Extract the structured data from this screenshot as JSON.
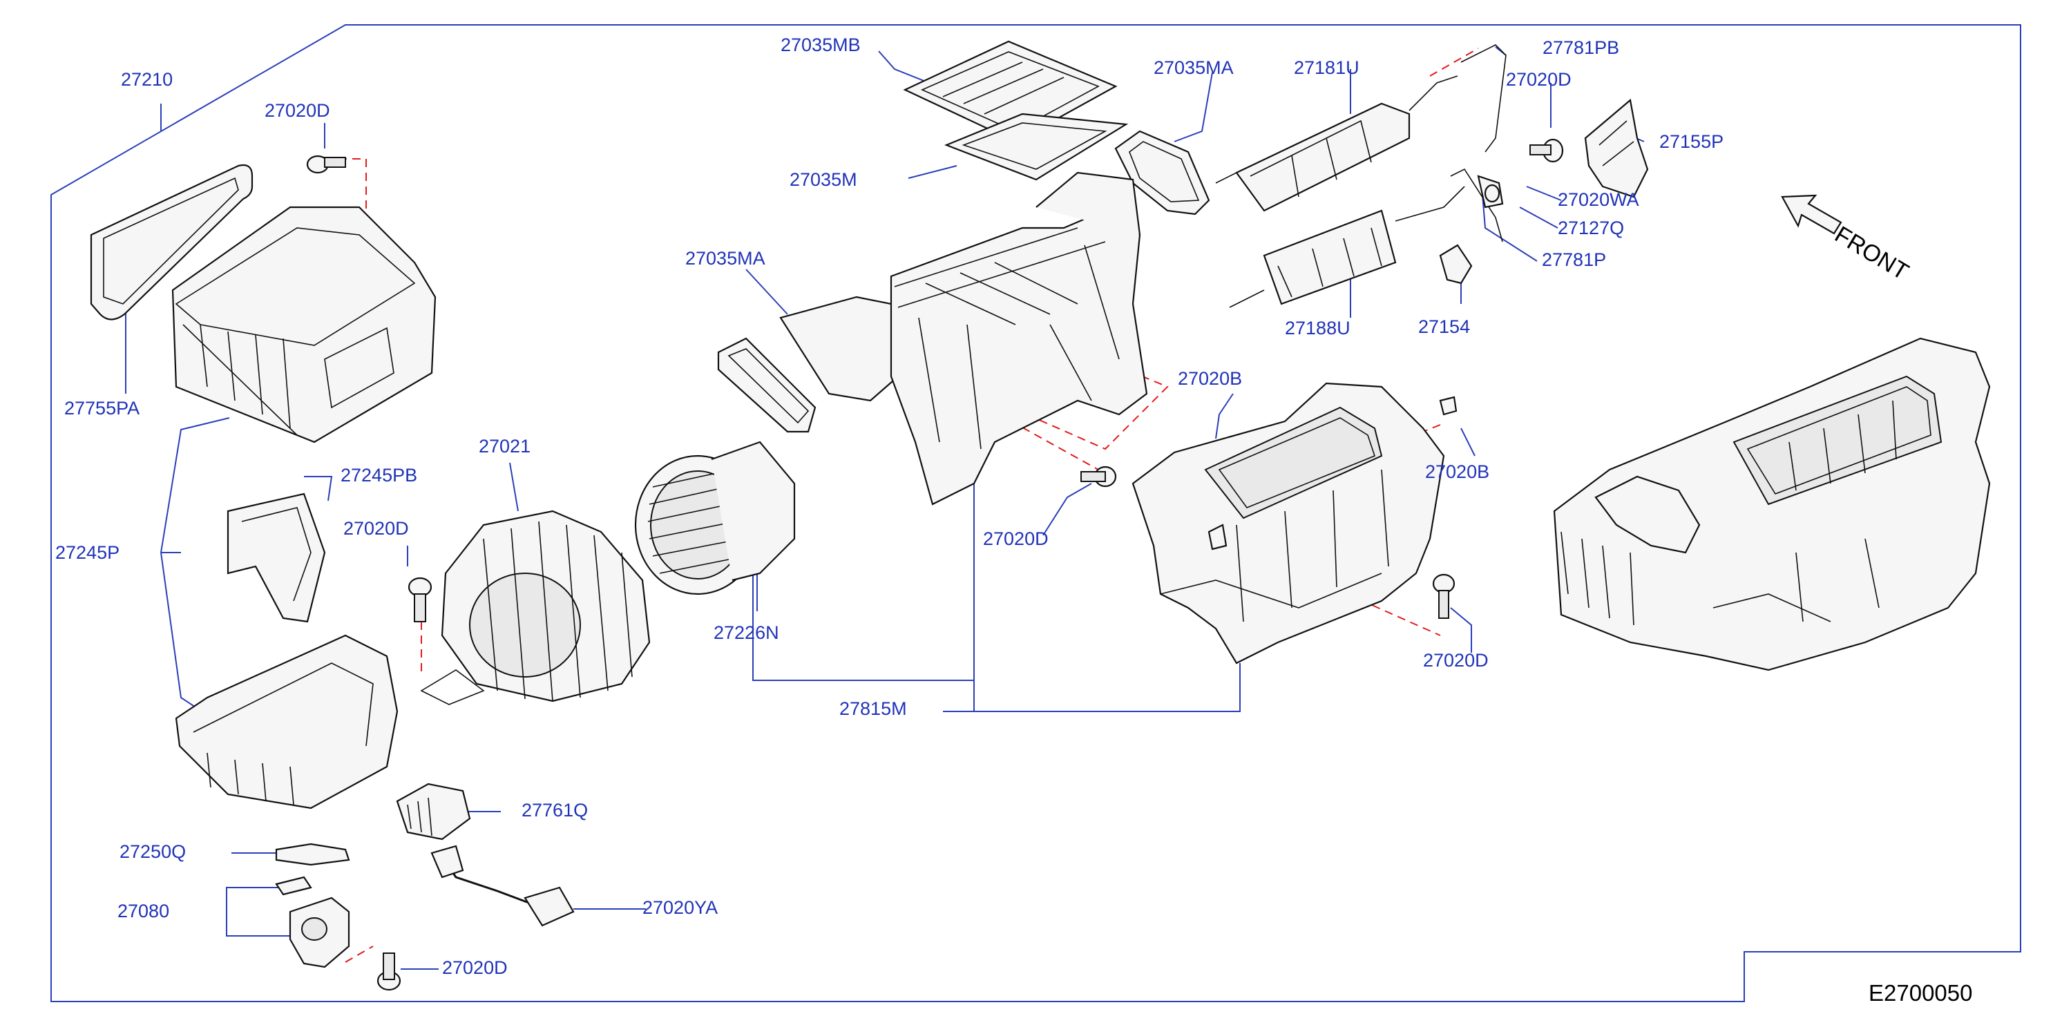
{
  "diagram_code": "E2700050",
  "front_label": "FRONT",
  "labels": {
    "p27210": "27210",
    "p27020D_a": "27020D",
    "p27755PA": "27755PA",
    "p27245PB": "27245PB",
    "p27245P": "27245P",
    "p27020D_b": "27020D",
    "p27021": "27021",
    "p27226N": "27226N",
    "p27035MB": "27035MB",
    "p27035M": "27035M",
    "p27035MA_a": "27035MA",
    "p27035MA_b": "27035MA",
    "p27181U": "27181U",
    "p27781PB": "27781PB",
    "p27020D_c": "27020D",
    "p27155P": "27155P",
    "p27020WA": "27020WA",
    "p27127Q": "27127Q",
    "p27781P": "27781P",
    "p27188U": "27188U",
    "p27154": "27154",
    "p27020B_a": "27020B",
    "p27020B_b": "27020B",
    "p27020D_d": "27020D",
    "p27020D_e": "27020D",
    "p27815M": "27815M",
    "p27761Q": "27761Q",
    "p27250Q": "27250Q",
    "p27080": "27080",
    "p27020YA": "27020YA",
    "p27020D_f": "27020D"
  }
}
